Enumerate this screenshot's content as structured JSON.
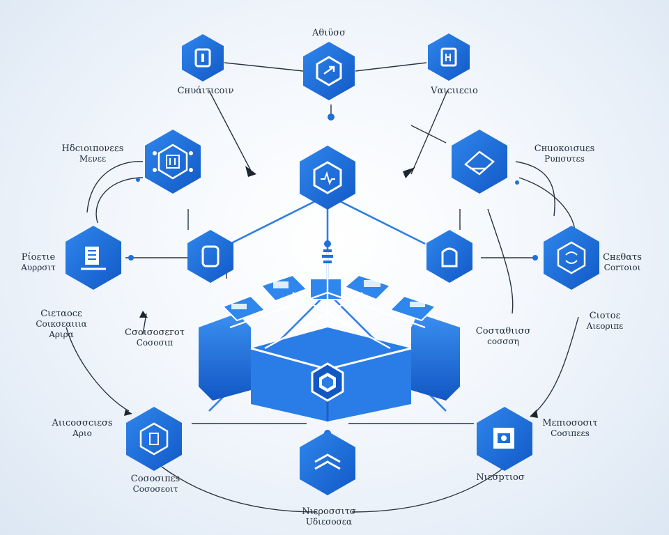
{
  "labels": {
    "top_center": {
      "line1": "Aθιϋσσ"
    },
    "top_left": {
      "line1": "Cнυάιτιсοιν"
    },
    "top_right": {
      "line1": "Vαιcιιεсιο"
    },
    "upper_left": {
      "line1": "Hδcιοιπονεεs",
      "line2": "Μενεε"
    },
    "upper_right": {
      "line1": "Cнuοκοισuεs",
      "line2": "Ρυπσυτεs"
    },
    "mid_left": {
      "line1": "Ρίοετιе",
      "line2": "Αυρρσιτ"
    },
    "mid_right": {
      "line1": "Cнεθατs",
      "line2": "Cοrτοιοι"
    },
    "lower_left_far": {
      "line1": "Cιεταоcε",
      "line2": "Cοιкσεαιιια",
      "line3": "Αριρα"
    },
    "lower_left_inner": {
      "line1": "Cσοισοσεгοτ",
      "line2": "Cοσοσιπ"
    },
    "lower_right_inner": {
      "line1": "Cοσταθιισσ",
      "line2": "сοσσση"
    },
    "lower_right_far": {
      "line1": "Cιοτοε",
      "line2": "Αιεοριπε"
    },
    "bottom_left": {
      "line1": "Αιιcοσσcιεσs",
      "line2": "Αριο"
    },
    "bottom_right": {
      "line1": "Μεπιοσοσιτ",
      "line2": "Cοσιπεεs"
    },
    "bottom_left_node": {
      "line1": "Cοσοσιπεs",
      "line2": "Cοσοσεοιτ"
    },
    "bottom_right_node": {
      "line1": "Νιεσрτιοσ"
    },
    "bottom_center": {
      "line1": "Νιεροσσιτσ",
      "line2": "Uδιεσοσεα"
    }
  },
  "colors": {
    "primary": "#1e6fd9",
    "dark": "#0f4fae",
    "light": "#5aa2f0",
    "line": "#2a3440"
  }
}
